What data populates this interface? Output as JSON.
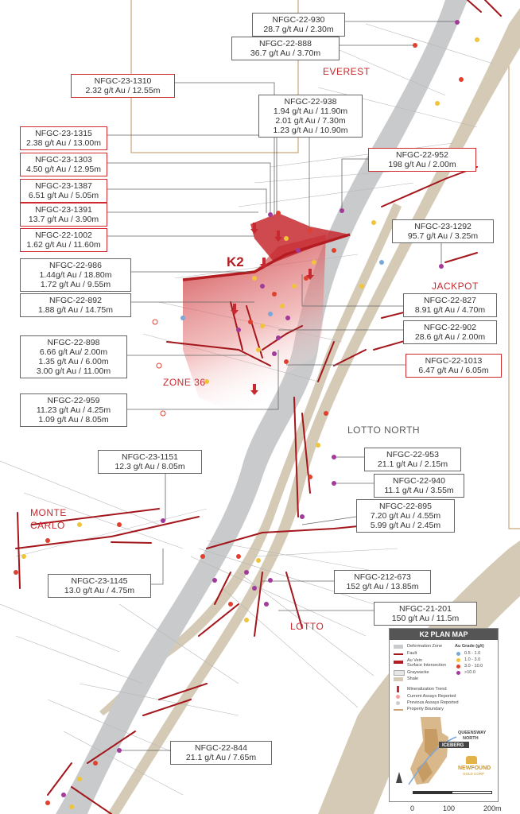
{
  "callouts": [
    {
      "id": "NFGC-22-930",
      "lines": [
        "28.7 g/t Au / 2.30m"
      ],
      "style": "grey"
    },
    {
      "id": "NFGC-22-888",
      "lines": [
        "36.7 g/t Au / 3.70m"
      ],
      "style": "grey"
    },
    {
      "id": "NFGC-23-1310",
      "lines": [
        "2.32 g/t Au / 12.55m"
      ],
      "style": "red"
    },
    {
      "id": "NFGC-22-938",
      "lines": [
        "1.94 g/t Au / 11.90m",
        "2.01 g/t Au / 7.30m",
        "1.23 g/t Au / 10.90m"
      ],
      "style": "grey"
    },
    {
      "id": "NFGC-23-1315",
      "lines": [
        "2.38 g/t Au / 13.00m"
      ],
      "style": "red"
    },
    {
      "id": "NFGC-23-1303",
      "lines": [
        "4.50 g/t Au / 12.95m"
      ],
      "style": "red"
    },
    {
      "id": "NFGC-22-952",
      "lines": [
        "198 g/t Au / 2.00m"
      ],
      "style": "red"
    },
    {
      "id": "NFGC-23-1387",
      "lines": [
        "6.51 g/t Au / 5.05m"
      ],
      "style": "red"
    },
    {
      "id": "NFGC-23-1391",
      "lines": [
        "13.7 g/t Au / 3.90m"
      ],
      "style": "red"
    },
    {
      "id": "NFGC-23-1292",
      "lines": [
        "95.7 g/t Au / 3.25m"
      ],
      "style": "grey"
    },
    {
      "id": "NFGC-22-1002",
      "lines": [
        "1.62 g/t Au / 11.60m"
      ],
      "style": "red"
    },
    {
      "id": "NFGC-22-986",
      "lines": [
        "1.44g/t Au / 18.80m",
        "1.72 g/t Au / 9.55m"
      ],
      "style": "grey"
    },
    {
      "id": "NFGC-22-892",
      "lines": [
        "1.88 g/t Au / 14.75m"
      ],
      "style": "grey"
    },
    {
      "id": "NFGC-22-827",
      "lines": [
        "8.91 g/t Au / 4.70m"
      ],
      "style": "grey"
    },
    {
      "id": "NFGC-22-902",
      "lines": [
        "28.6 g/t Au / 2.00m"
      ],
      "style": "grey"
    },
    {
      "id": "NFGC-22-898",
      "lines": [
        "6.66 g/t Au/ 2.00m",
        "1.35 g/t Au / 6.00m",
        "3.00 g/t Au / 11.00m"
      ],
      "style": "grey"
    },
    {
      "id": "NFGC-22-1013",
      "lines": [
        "6.47 g/t Au / 6.05m"
      ],
      "style": "red"
    },
    {
      "id": "NFGC-22-959",
      "lines": [
        "11.23 g/t Au / 4.25m",
        "1.09 g/t Au / 8.05m"
      ],
      "style": "grey"
    },
    {
      "id": "NFGC-22-953",
      "lines": [
        "21.1 g/t Au / 2.15m"
      ],
      "style": "grey"
    },
    {
      "id": "NFGC-23-1151",
      "lines": [
        "12.3 g/t Au / 8.05m"
      ],
      "style": "grey"
    },
    {
      "id": "NFGC-22-940",
      "lines": [
        "11.1 g/t Au / 3.55m"
      ],
      "style": "grey"
    },
    {
      "id": "NFGC-22-895",
      "lines": [
        "7.20 g/t Au / 4.55m",
        "5.99 g/t Au / 2.45m"
      ],
      "style": "grey"
    },
    {
      "id": "NFGC-212-673",
      "lines": [
        "152 g/t Au / 13.85m"
      ],
      "style": "grey"
    },
    {
      "id": "NFGC-23-1145",
      "lines": [
        "13.0 g/t Au / 4.75m"
      ],
      "style": "grey"
    },
    {
      "id": "NFGC-21-201",
      "lines": [
        "150 g/t Au / 11.5m"
      ],
      "style": "grey"
    },
    {
      "id": "NFGC-22-844",
      "lines": [
        "21.1 g/t Au / 7.65m"
      ],
      "style": "grey"
    }
  ],
  "regions": {
    "everest": "EVEREST",
    "k2": "K2",
    "jackpot": "JACKPOT",
    "zone36": "ZONE 36",
    "lotto_north": "LOTTO NORTH",
    "monte_carlo_1": "MONTE",
    "monte_carlo_2": "CARLO",
    "lotto": "LOTTO"
  },
  "legend": {
    "title": "K2 PLAN MAP",
    "items": [
      "Deformation Zone",
      "Fault",
      "Au Vein",
      "Surface Intersection",
      "Graywacke",
      "Shale",
      "Mineralization Trend",
      "Current Assays Reported",
      "Previous Assays Reported",
      "Property Boundary"
    ],
    "grade_title": "Au Grade (g/t)",
    "grades": [
      {
        "label": "0.5 - 1.0",
        "color": "#7aa7d8"
      },
      {
        "label": "1.0 - 3.0",
        "color": "#f0c43a"
      },
      {
        "label": "3.0 - 10.0",
        "color": "#e0402e"
      },
      {
        "label": ">10.0",
        "color": "#a23a9b"
      }
    ],
    "inset_labels": [
      "QUEENSWAY",
      "NORTH",
      "ICEBERG"
    ],
    "logo_text_1": "NEWFOUND",
    "logo_text_2": "GOLD CORP",
    "scale": [
      "0",
      "100",
      "200m"
    ]
  },
  "colors": {
    "deformation_zone": "#c9cacc",
    "shale": "#cfc4b0",
    "fault": "#a3161c",
    "property_boundary": "#caa77a",
    "k2_zone": "#c62a30",
    "accent_red": "#d02a30"
  }
}
